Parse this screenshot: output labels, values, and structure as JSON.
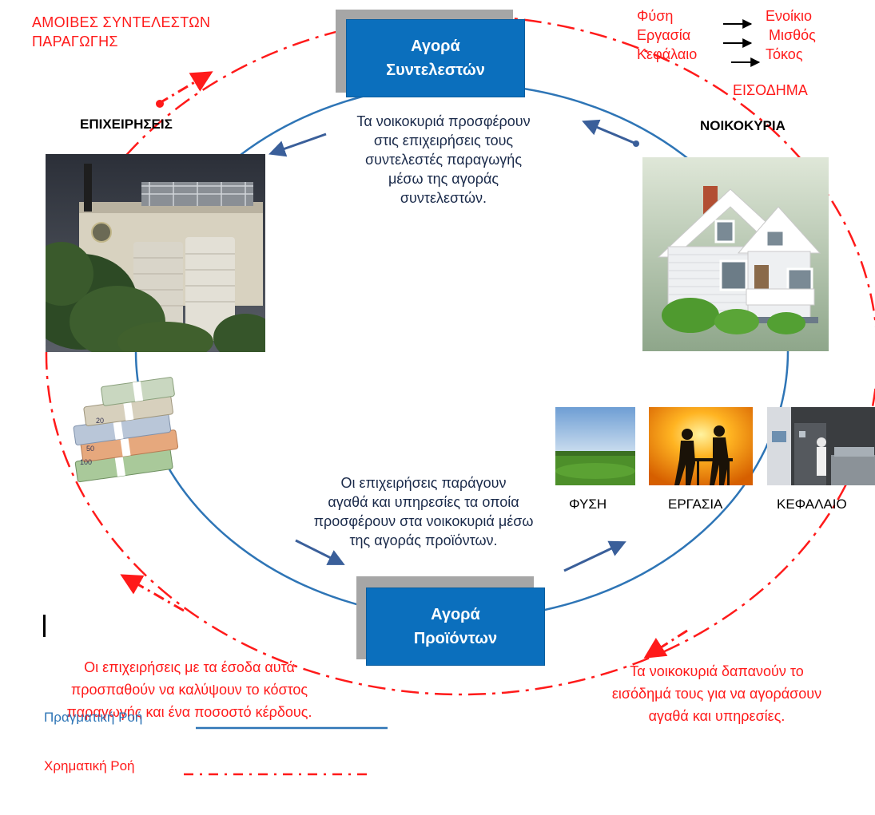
{
  "top_left_title": {
    "line1": "ΑΜΟΙΒΕΣ ΣΥΝΤΕΛΕΣΤΩΝ",
    "line2": "ΠΑΡΑΓΩΓΗΣ"
  },
  "factor_market": {
    "line1": "Αγορά",
    "line2": "Συντελεστών"
  },
  "product_market": {
    "line1": "Αγορά",
    "line2": "Προϊόντων"
  },
  "firms_label": "ΕΠΙΧΕΙΡΗΣΕΙΣ",
  "households_label": "ΝΟΙΚΟΚΥΡΙΑ",
  "factor_income": {
    "rows": [
      {
        "factor": "Φύση",
        "reward": "Ενοίκιο"
      },
      {
        "factor": "Εργασία",
        "reward": "Μισθός"
      },
      {
        "factor": "Κεφάλαιο",
        "reward": "Τόκος"
      }
    ],
    "total": "ΕΙΣΟΔΗΜΑ"
  },
  "households_offer_text": {
    "line1": "Τα νοικοκυριά προσφέρουν",
    "line2": "στις επιχειρήσεις τους",
    "line3": "συντελεστές παραγωγής",
    "line4": "μέσω της αγοράς",
    "line5": "συντελεστών."
  },
  "firms_produce_text": {
    "line1": "Οι  επιχειρήσεις παράγουν",
    "line2": "αγαθά και υπηρεσίες τα οποία",
    "line3": "προσφέρουν στα νοικοκυριά μέσω",
    "line4": "της αγοράς προϊόντων."
  },
  "factor_photos": {
    "nature": "ΦΥΣΗ",
    "labour": "ΕΡΓΑΣΙΑ",
    "capital": "ΚΕΦΑΛΑΙΟ"
  },
  "firms_revenue_text": {
    "line1": "Οι επιχειρήσεις  με τα έσοδα αυτά",
    "line2": "προσπαθούν να  καλύψουν το κόστος",
    "line3": "παραγωγής και ένα ποσοστό κέρδους."
  },
  "households_spend_text": {
    "line1": "Τα νοικοκυριά δαπανούν το",
    "line2": "εισόδημά τους για  να αγοράσουν",
    "line3": "αγαθά και υπηρεσίες."
  },
  "legend": {
    "real_flow": "Πραγματική Ροή",
    "money_flow": "Χρηματική Ροή"
  },
  "colors": {
    "real_flow": "#2e75b6",
    "money_flow": "#ff1a1a",
    "market_box": "#0b6fbd"
  },
  "icons": [
    "factory-photo",
    "house-illustration",
    "money-stack-illustration",
    "field-photo",
    "workers-photo",
    "factory-interior-photo"
  ]
}
